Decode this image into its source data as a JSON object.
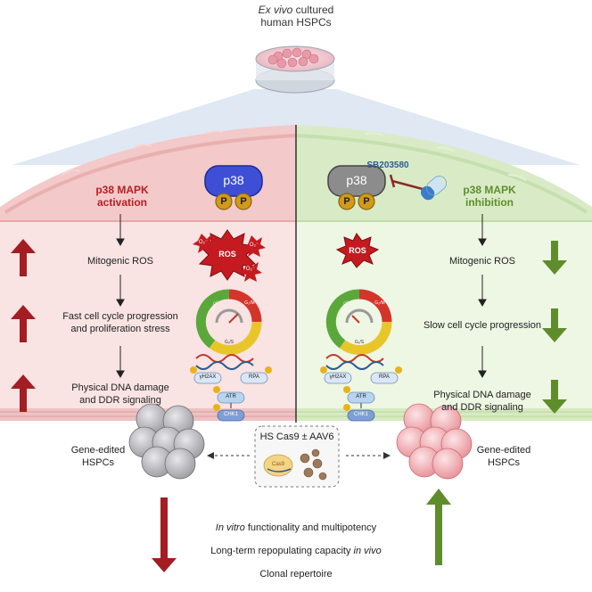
{
  "header": {
    "source_line1_italic": "Ex vivo",
    "source_line1_rest": " cultured",
    "source_line2": "human HSPCs"
  },
  "left_panel": {
    "title_line1": "p38 MAPK",
    "title_line2": "activation",
    "protein": "p38",
    "phospho": "P",
    "steps": [
      "Mitogenic ROS",
      "Fast cell cycle progression",
      "and proliferation stress",
      "Physical DNA damage",
      "and DDR signaling"
    ],
    "ros_label": "ROS",
    "o2_label": "O₂⁻"
  },
  "right_panel": {
    "title_line1": "p38 MAPK",
    "title_line2": "inhibition",
    "protein": "p38",
    "phospho": "P",
    "inhibitor": "SB203580",
    "steps": [
      "Mitogenic ROS",
      "Slow cell cycle progression",
      "Physical DNA damage",
      "and DDR signaling"
    ],
    "ros_label": "ROS"
  },
  "cycle_labels": {
    "g0g1": "G₀/G₁",
    "g1s": "G₁/S",
    "g2m": "G₂/M"
  },
  "ddr_labels": {
    "gh2ax": "γH2AX",
    "rpa": "RPA",
    "atr": "ATR",
    "chk1": "CHK1",
    "p": "P"
  },
  "bottom": {
    "left_cells": "Gene-edited\nHSPCs",
    "left_cells_l1": "Gene-edited",
    "left_cells_l2": "HSPCs",
    "right_cells_l1": "Gene-edited",
    "right_cells_l2": "HSPCs",
    "editing_label": "HS Cas9 ± AAV6",
    "cas9_label": "Cas9",
    "outcome1_italic": "In vitro",
    "outcome1_rest": " functionality and multipotency",
    "outcome2_rest": "Long-term repopulating capacity ",
    "outcome2_italic": "in vivo",
    "outcome3": "Clonal repertoire"
  },
  "colors": {
    "left_bg": "#f8e1e1",
    "left_band": "#f2c5c5",
    "right_bg": "#edf5e2",
    "right_band": "#d8e9c5",
    "up_arrow": "#a31d22",
    "down_arrow": "#5f8d2c",
    "p38_active": "#3e4fd6",
    "p38_inactive": "#8c8c8c",
    "phospho": "#d19a1a"
  }
}
